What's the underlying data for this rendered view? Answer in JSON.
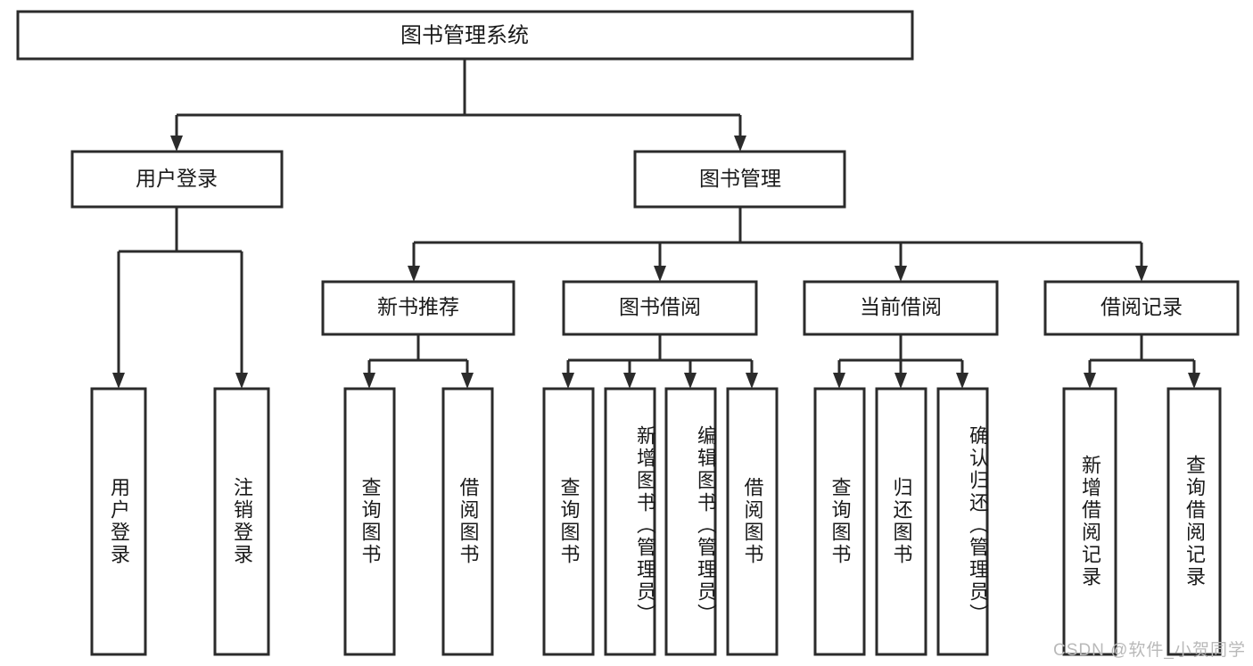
{
  "diagram": {
    "title": "图书管理系统",
    "type": "tree-hierarchy",
    "root": {
      "label": "图书管理系统"
    },
    "level2": [
      {
        "label": "用户登录"
      },
      {
        "label": "图书管理"
      }
    ],
    "level3": [
      {
        "label": "新书推荐"
      },
      {
        "label": "图书借阅"
      },
      {
        "label": "当前借阅"
      },
      {
        "label": "借阅记录"
      }
    ],
    "leaves": [
      {
        "label": "用户登录",
        "parent": "用户登录"
      },
      {
        "label": "注销登录",
        "parent": "用户登录"
      },
      {
        "label": "查询图书",
        "parent": "新书推荐"
      },
      {
        "label": "借阅图书",
        "parent": "新书推荐"
      },
      {
        "label": "查询图书",
        "parent": "图书借阅"
      },
      {
        "label": "新增图书（管理员）",
        "parent": "图书借阅"
      },
      {
        "label": "编辑图书（管理员）",
        "parent": "图书借阅"
      },
      {
        "label": "借阅图书",
        "parent": "图书借阅"
      },
      {
        "label": "查询图书",
        "parent": "当前借阅"
      },
      {
        "label": "归还图书",
        "parent": "当前借阅"
      },
      {
        "label": "确认归还（管理员）",
        "parent": "当前借阅"
      },
      {
        "label": "新增借阅记录",
        "parent": "借阅记录"
      },
      {
        "label": "查询借阅记录",
        "parent": "借阅记录"
      }
    ]
  },
  "watermark": {
    "text": "CSDN @软件_小贺同学"
  },
  "colors": {
    "stroke": "#2b2b2b",
    "fill": "#ffffff",
    "text": "#1a1a1a",
    "watermark": "#b9b9b9"
  }
}
